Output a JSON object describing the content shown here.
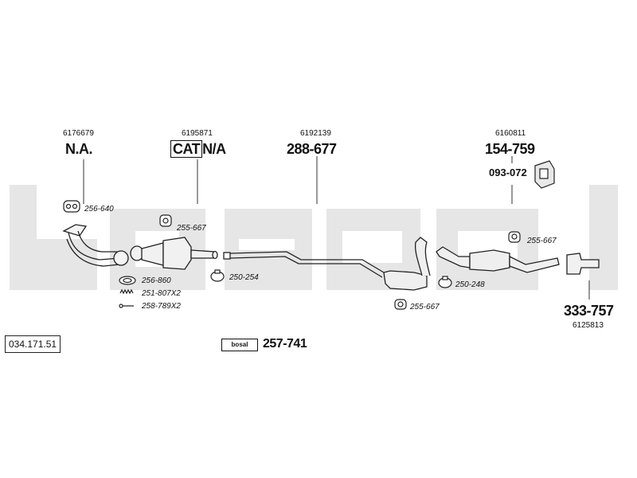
{
  "document_id": "034.171.51",
  "brand_logo": "bosal",
  "callouts": {
    "manifold": {
      "oem": "6176679",
      "part": "N.A."
    },
    "catalyst": {
      "oem": "6195871",
      "part_prefix": "CAT",
      "part_suffix": "N/A"
    },
    "center_pipe": {
      "oem": "6192139",
      "part": "288-677"
    },
    "rear_silencer": {
      "oem": "6160811",
      "part": "154-759",
      "bracket": "093-072"
    },
    "tail_pipe": {
      "oem": "6125813",
      "part": "333-757"
    },
    "kit": {
      "part": "257-741"
    }
  },
  "accessories": {
    "gasket_manifold": "256-640",
    "hanger_cat": "255-667",
    "ring_gasket": "256-860",
    "springs": "251-807X2",
    "bolts": "258-789X2",
    "clamp_front": "250-254",
    "hanger_mid": "255-667",
    "clamp_rear": "250-248",
    "hanger_rear": "255-667"
  }
}
